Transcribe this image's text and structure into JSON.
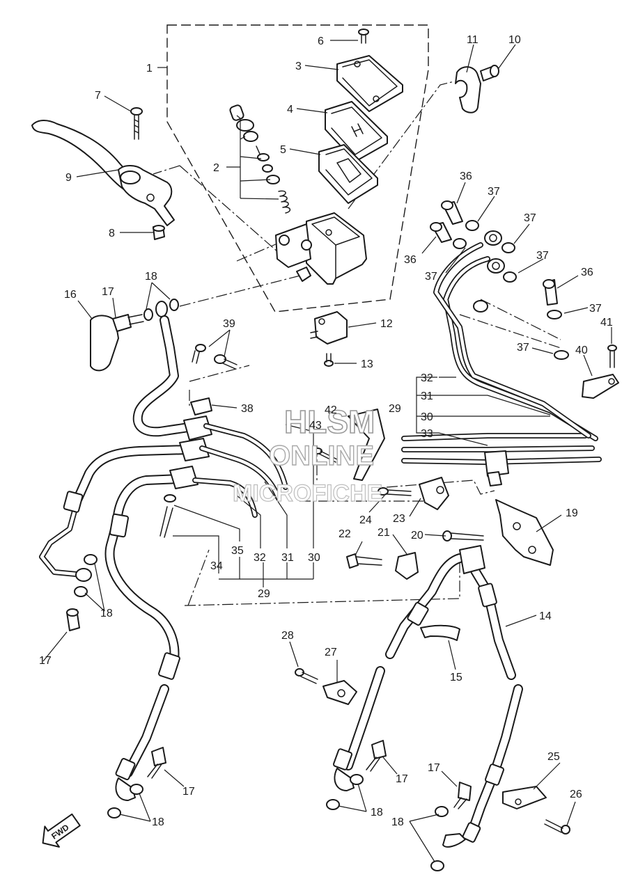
{
  "watermark": {
    "line1": "HLSM",
    "line2": "ONLINE",
    "line3": "MICROFICHE"
  },
  "fwd_label": "FWD",
  "callouts": [
    "1",
    "2",
    "3",
    "4",
    "5",
    "6",
    "7",
    "8",
    "9",
    "10",
    "11",
    "12",
    "13",
    "14",
    "15",
    "16",
    "17",
    "18",
    "19",
    "20",
    "21",
    "22",
    "23",
    "24",
    "25",
    "26",
    "27",
    "28",
    "29",
    "30",
    "31",
    "32",
    "33",
    "34",
    "35",
    "36",
    "37",
    "38",
    "39",
    "40",
    "41",
    "42",
    "43"
  ]
}
